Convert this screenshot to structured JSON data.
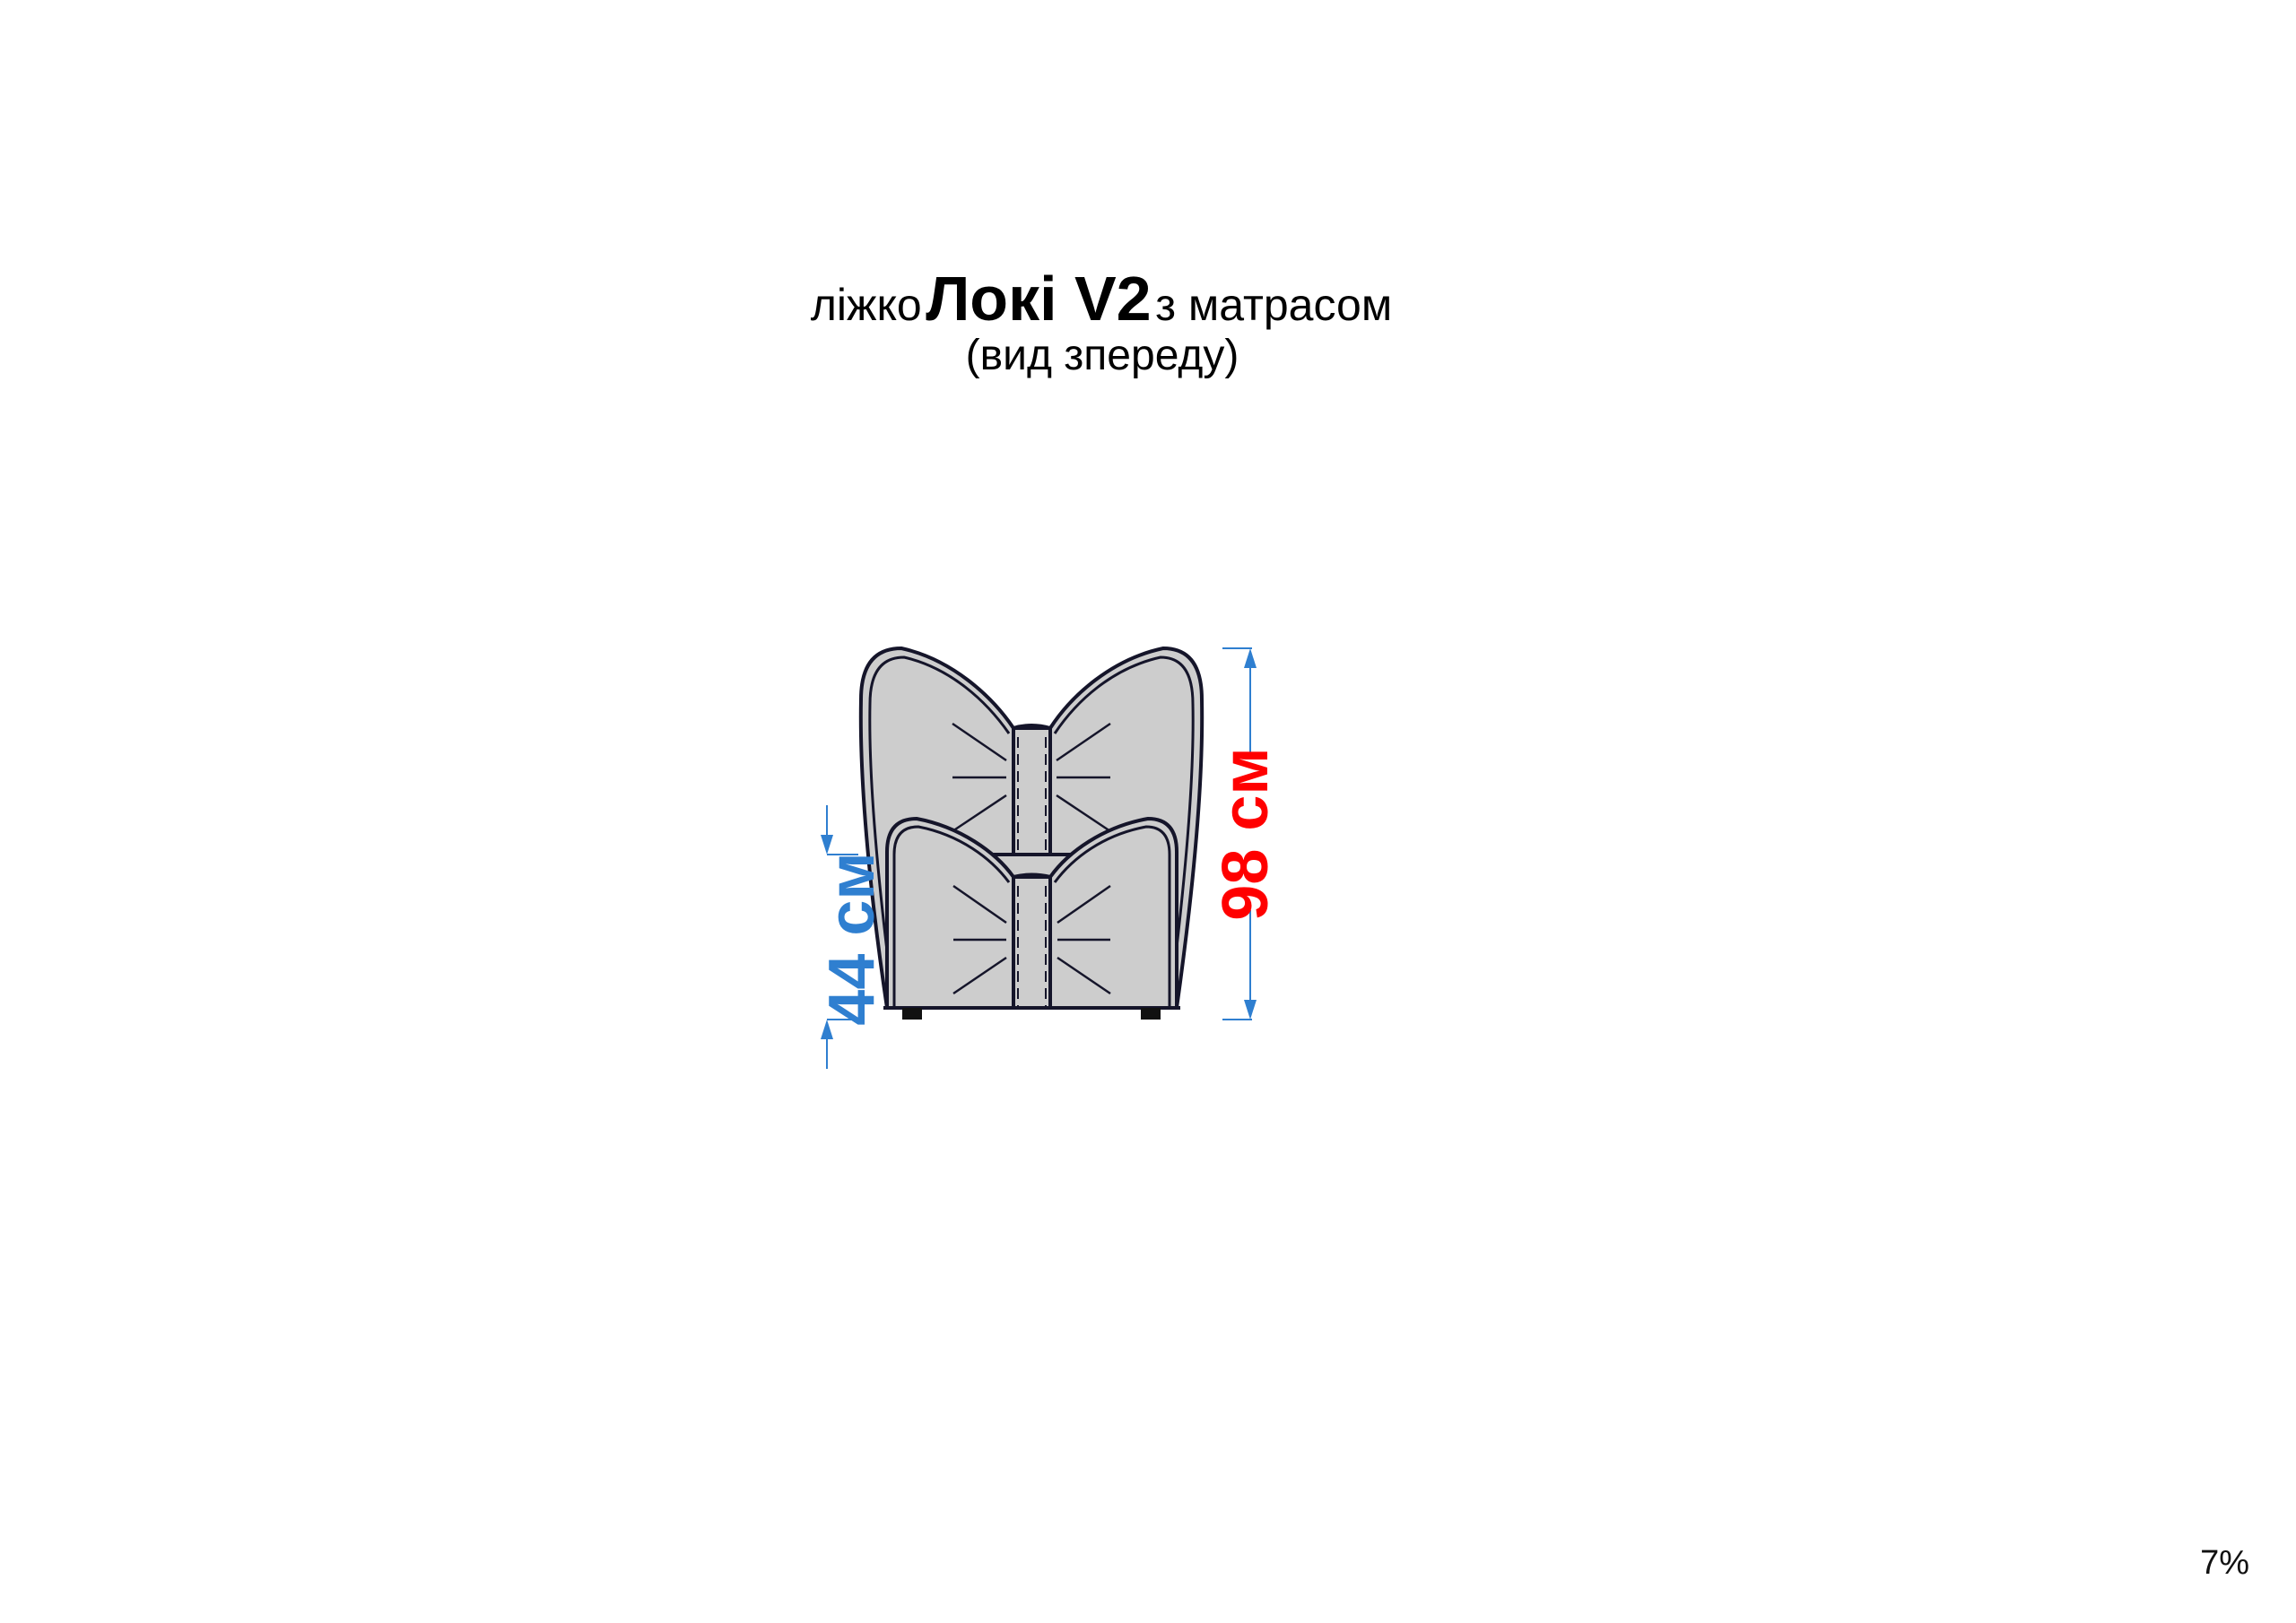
{
  "title": {
    "prefix": "ліжко",
    "model": "Локі V2",
    "suffix": "з матрасом",
    "subtitle": "(вид зпереду)"
  },
  "dimensions": {
    "total_height": "98 см",
    "seat_height": "44 см",
    "total_height_color": "#ff0000",
    "seat_height_color": "#2f7fd0"
  },
  "page_label": "7%"
}
